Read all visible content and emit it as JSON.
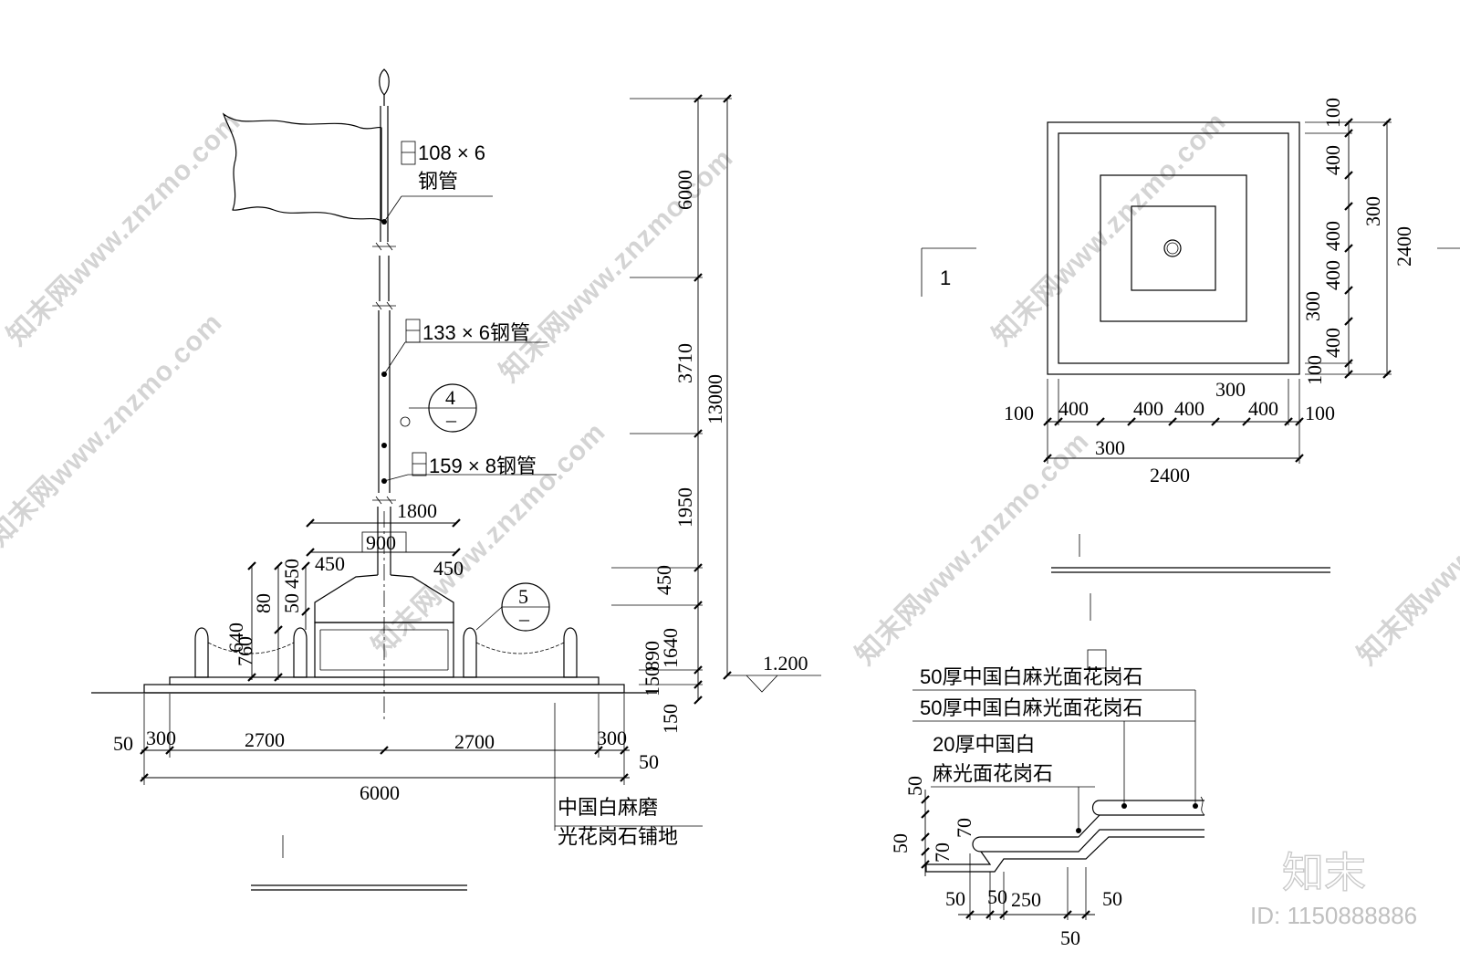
{
  "watermark": {
    "text": "知末网www.znzmo.com",
    "logo": "知末",
    "id_label": "ID: 1150888886"
  },
  "elevation": {
    "pipe_top_label_1": "108 × 6",
    "pipe_top_label_2": "钢管",
    "pipe_mid_label": "133 × 6钢管",
    "pipe_bot_label": "159 × 8钢管",
    "detail_4_num": "4",
    "detail_4_den": "–",
    "detail_5_num": "5",
    "detail_5_den": "–",
    "dim_1800": "1800",
    "dim_900": "900",
    "dim_450_l": "450",
    "dim_450_r": "450",
    "left_dims": [
      "640",
      "760",
      "80",
      "50",
      "450"
    ],
    "right_dims": [
      "6000",
      "3710",
      "1950",
      "450",
      "890",
      "1640",
      "150",
      "150"
    ],
    "total_height": "13000",
    "level": "1.200",
    "bottom_dims": [
      "50",
      "300",
      "2700",
      "2700",
      "300",
      "50"
    ],
    "total_width": "6000",
    "paving_note_1": "中国白麻磨",
    "paving_note_2": "光花岗石铺地"
  },
  "plan": {
    "section_mark": "1",
    "right_dims": [
      "100",
      "400",
      "400",
      "400",
      "400",
      "100"
    ],
    "right_dims_300": [
      "300",
      "300"
    ],
    "right_total": "2400",
    "bottom_dims": [
      "100",
      "400",
      "400",
      "400",
      "400",
      "100"
    ],
    "bottom_300_top": "300",
    "bottom_300_bot": "300",
    "bottom_total": "2400"
  },
  "section": {
    "note_1": "50厚中国白麻光面花岗石",
    "note_2": "50厚中国白麻光面花岗石",
    "note_3a": "20厚中国白",
    "note_3b": "麻光面花岗石",
    "left_dims": [
      "50",
      "70",
      "50",
      "70"
    ],
    "bottom_dims": [
      "50",
      "50",
      "250",
      "50"
    ],
    "bottom_total": "50"
  }
}
